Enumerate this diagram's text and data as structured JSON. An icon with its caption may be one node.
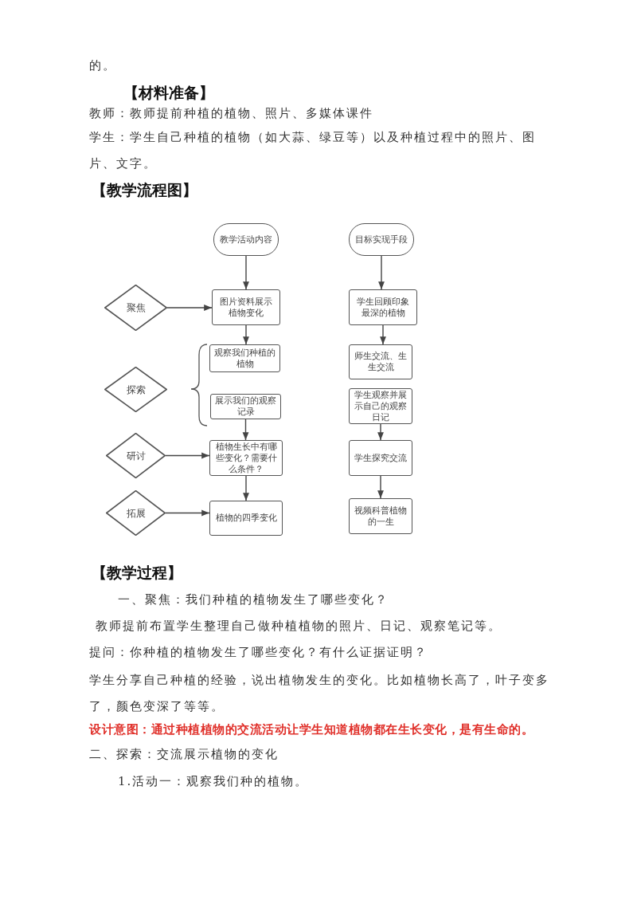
{
  "diagram": {
    "nodes": [
      {
        "text": [
          "教学活动内容"
        ]
      },
      {
        "text": [
          "目标实现手段"
        ]
      },
      {
        "text": [
          "聚焦"
        ]
      },
      {
        "text": [
          "图片资料展示植物变化"
        ]
      },
      {
        "text": [
          "观察我们种植的植物"
        ]
      },
      {
        "text": [
          "探索"
        ]
      },
      {
        "text": [
          "展示我们的观察记录"
        ]
      },
      {
        "text": [
          "研讨"
        ]
      },
      {
        "text": [
          "植物生长中有哪些变化？需要什么条件？"
        ]
      },
      {
        "text": [
          "拓展"
        ]
      },
      {
        "text": [
          "植物的四季变化"
        ]
      },
      {
        "text": [
          "学生回顾印象最深的植物"
        ]
      },
      {
        "text": [
          "师生交流、生生交流"
        ]
      },
      {
        "text": [
          "学生观察并展示自己的观察日记"
        ]
      },
      {
        "text": [
          "学生探究交流"
        ]
      },
      {
        "text": [
          "视频科普植物的一生"
        ]
      }
    ],
    "edges": [
      {
        "from": 0,
        "to": 3,
        "arrow": "to"
      },
      {
        "from": 2,
        "to": 3,
        "arrow": "to"
      },
      {
        "from": 3,
        "to": 4,
        "arrow": "to"
      },
      {
        "from": 6,
        "to": 8,
        "arrow": "to"
      },
      {
        "from": 7,
        "to": 8,
        "arrow": "to"
      },
      {
        "from": 8,
        "to": 10,
        "arrow": "to"
      },
      {
        "from": 9,
        "to": 10,
        "arrow": "to"
      },
      {
        "from": 1,
        "to": 11,
        "arrow": "to"
      },
      {
        "from": 11,
        "to": 12,
        "arrow": "to"
      },
      {
        "from": 13,
        "to": 14,
        "arrow": "to"
      },
      {
        "from": 14,
        "to": 15,
        "arrow": "to"
      }
    ],
    "labels": [
      "的。",
      "【材料准备】",
      "教师：教师提前种植的植物、照片、多媒体课件",
      "学生：学生自己种植的植物（如大蒜、绿豆等）以及种植过程中的照片、图片、文字。",
      "【教学流程图】",
      "【教学过程】",
      "一、聚焦：我们种植的植物发生了哪些变化？",
      "教师提前布置学生整理自己做种植植物的照片、日记、观察笔记等。",
      "提问：你种植的植物发生了哪些变化？有什么证据证明？",
      "学生分享自己种植的经验，说出植物发生的变化。比如植物长高了，叶子变多了，颜色变深了等等。",
      "设计意图：通过种植植物的交流活动让学生知道植物都在生长变化，是有生命的。",
      "二、探索：交流展示植物的变化",
      "1.活动一：观察我们种的植物。"
    ]
  }
}
